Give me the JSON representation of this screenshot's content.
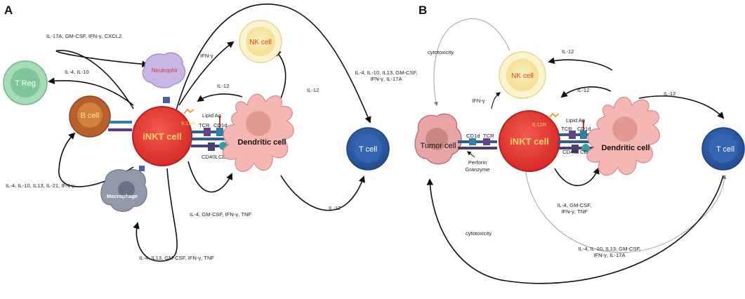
{
  "colors": {
    "inkt": "#e83a34",
    "nk": "#f7e9a8",
    "treg": "#8fd0a3",
    "bcell": "#b85f2e",
    "tcell": "#2f5ea8",
    "dc": "#f4b7b4",
    "neutrophil": "#c8b6e6",
    "macrophage": "#8c94a6",
    "tumor": "#e7a6a3"
  },
  "panel_a": {
    "letter": "A",
    "cells": {
      "inkt": "iNKT cell",
      "nk": "NK cell",
      "treg": "T Reg",
      "bcell": "B cell",
      "neutrophil": "Neutrophil",
      "macrophage": "Macrophage",
      "dc": "Dendritic cell",
      "tcell": "T cell"
    },
    "receptors": {
      "il12r": "IL12R",
      "lipid_ag": "Lipid Ag",
      "tcr": "TCR",
      "cd1d": "CD1d",
      "cd40l": "CD40L",
      "cd40": "CD40"
    },
    "labels": {
      "neutrophil_cytokines": "IL-17A, GM-CSF, IFN-γ, CXCL2",
      "treg_cytokines": "IL-4, IL-10",
      "nk_ifng": "IFN-γ",
      "dc_il12_top": "IL-12",
      "dc_il12_nk": "IL-12",
      "tcell_cytokines_1": "IL-4, IL-10,  IL13, GM-CSF,",
      "tcell_cytokines_2": "IFN-γ, IL-17A",
      "bcell_cytokines": "IL-4, IL-10,  IL13, IL-21, IFN-γ",
      "dc_cytokines": "IL-4, GM-CSF, IFN-γ, TNF",
      "dc_tcell_il12": "IL-12",
      "macrophage_cytokines": "IL-4, IL13, GM-CSF, IFN-γ, TNF"
    }
  },
  "panel_b": {
    "letter": "B",
    "cells": {
      "tumor": "Tumor cell",
      "nk": "NK cell",
      "inkt": "iNKT cell",
      "dc": "Dendritic cell",
      "tcell": "T cell"
    },
    "receptors": {
      "il12r": "IL12R",
      "lipid_ag": "Lipid Ag",
      "tcr": "TCR",
      "cd1d": "CD1d",
      "cd40l": "CD40L",
      "cd40": "CD40",
      "tumor_cd1d": "CD1d",
      "tumor_tcr": "TCR"
    },
    "labels": {
      "cytotoxicity_top": "cytotoxicity",
      "nk_il12": "IL-12",
      "ifng": "IFN-γ",
      "dc_il12": "IL-12",
      "tcell_il12": "IL-12",
      "perforin": "Perforin",
      "granzyme": "Granzyme",
      "dc_cytokines_1": "IL-4, GM-CSF,",
      "dc_cytokines_2": "IFN-γ, TNF",
      "cytotoxicity_bottom": "cytotoxicity",
      "tcell_cytokines_1": "IL-4, IL-10,  IL13, GM-CSF,",
      "tcell_cytokines_2": "IFN-γ, IL-17A"
    }
  }
}
